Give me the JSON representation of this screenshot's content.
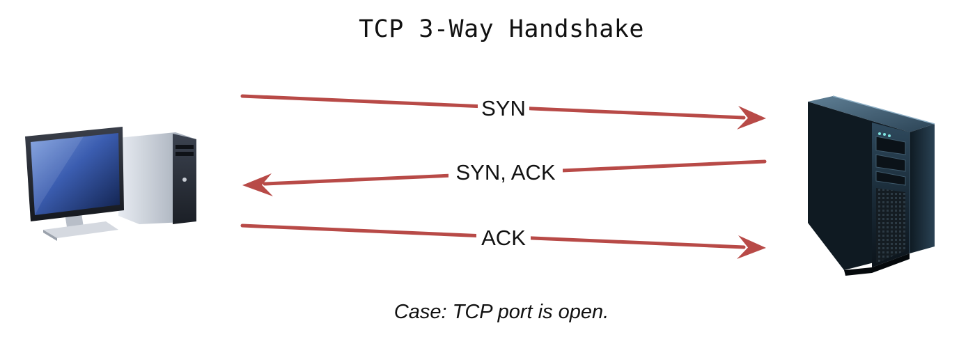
{
  "title": "TCP 3-Way Handshake",
  "caption": "Case: TCP port is open.",
  "colors": {
    "arrow": "#b84a47",
    "text": "#111111",
    "background": "#ffffff"
  },
  "nodes": {
    "client": {
      "icon": "desktop-computer-icon"
    },
    "server": {
      "icon": "server-tower-icon"
    }
  },
  "messages": [
    {
      "label": "SYN",
      "direction": "client-to-server"
    },
    {
      "label": "SYN, ACK",
      "direction": "server-to-client"
    },
    {
      "label": "ACK",
      "direction": "client-to-server"
    }
  ]
}
